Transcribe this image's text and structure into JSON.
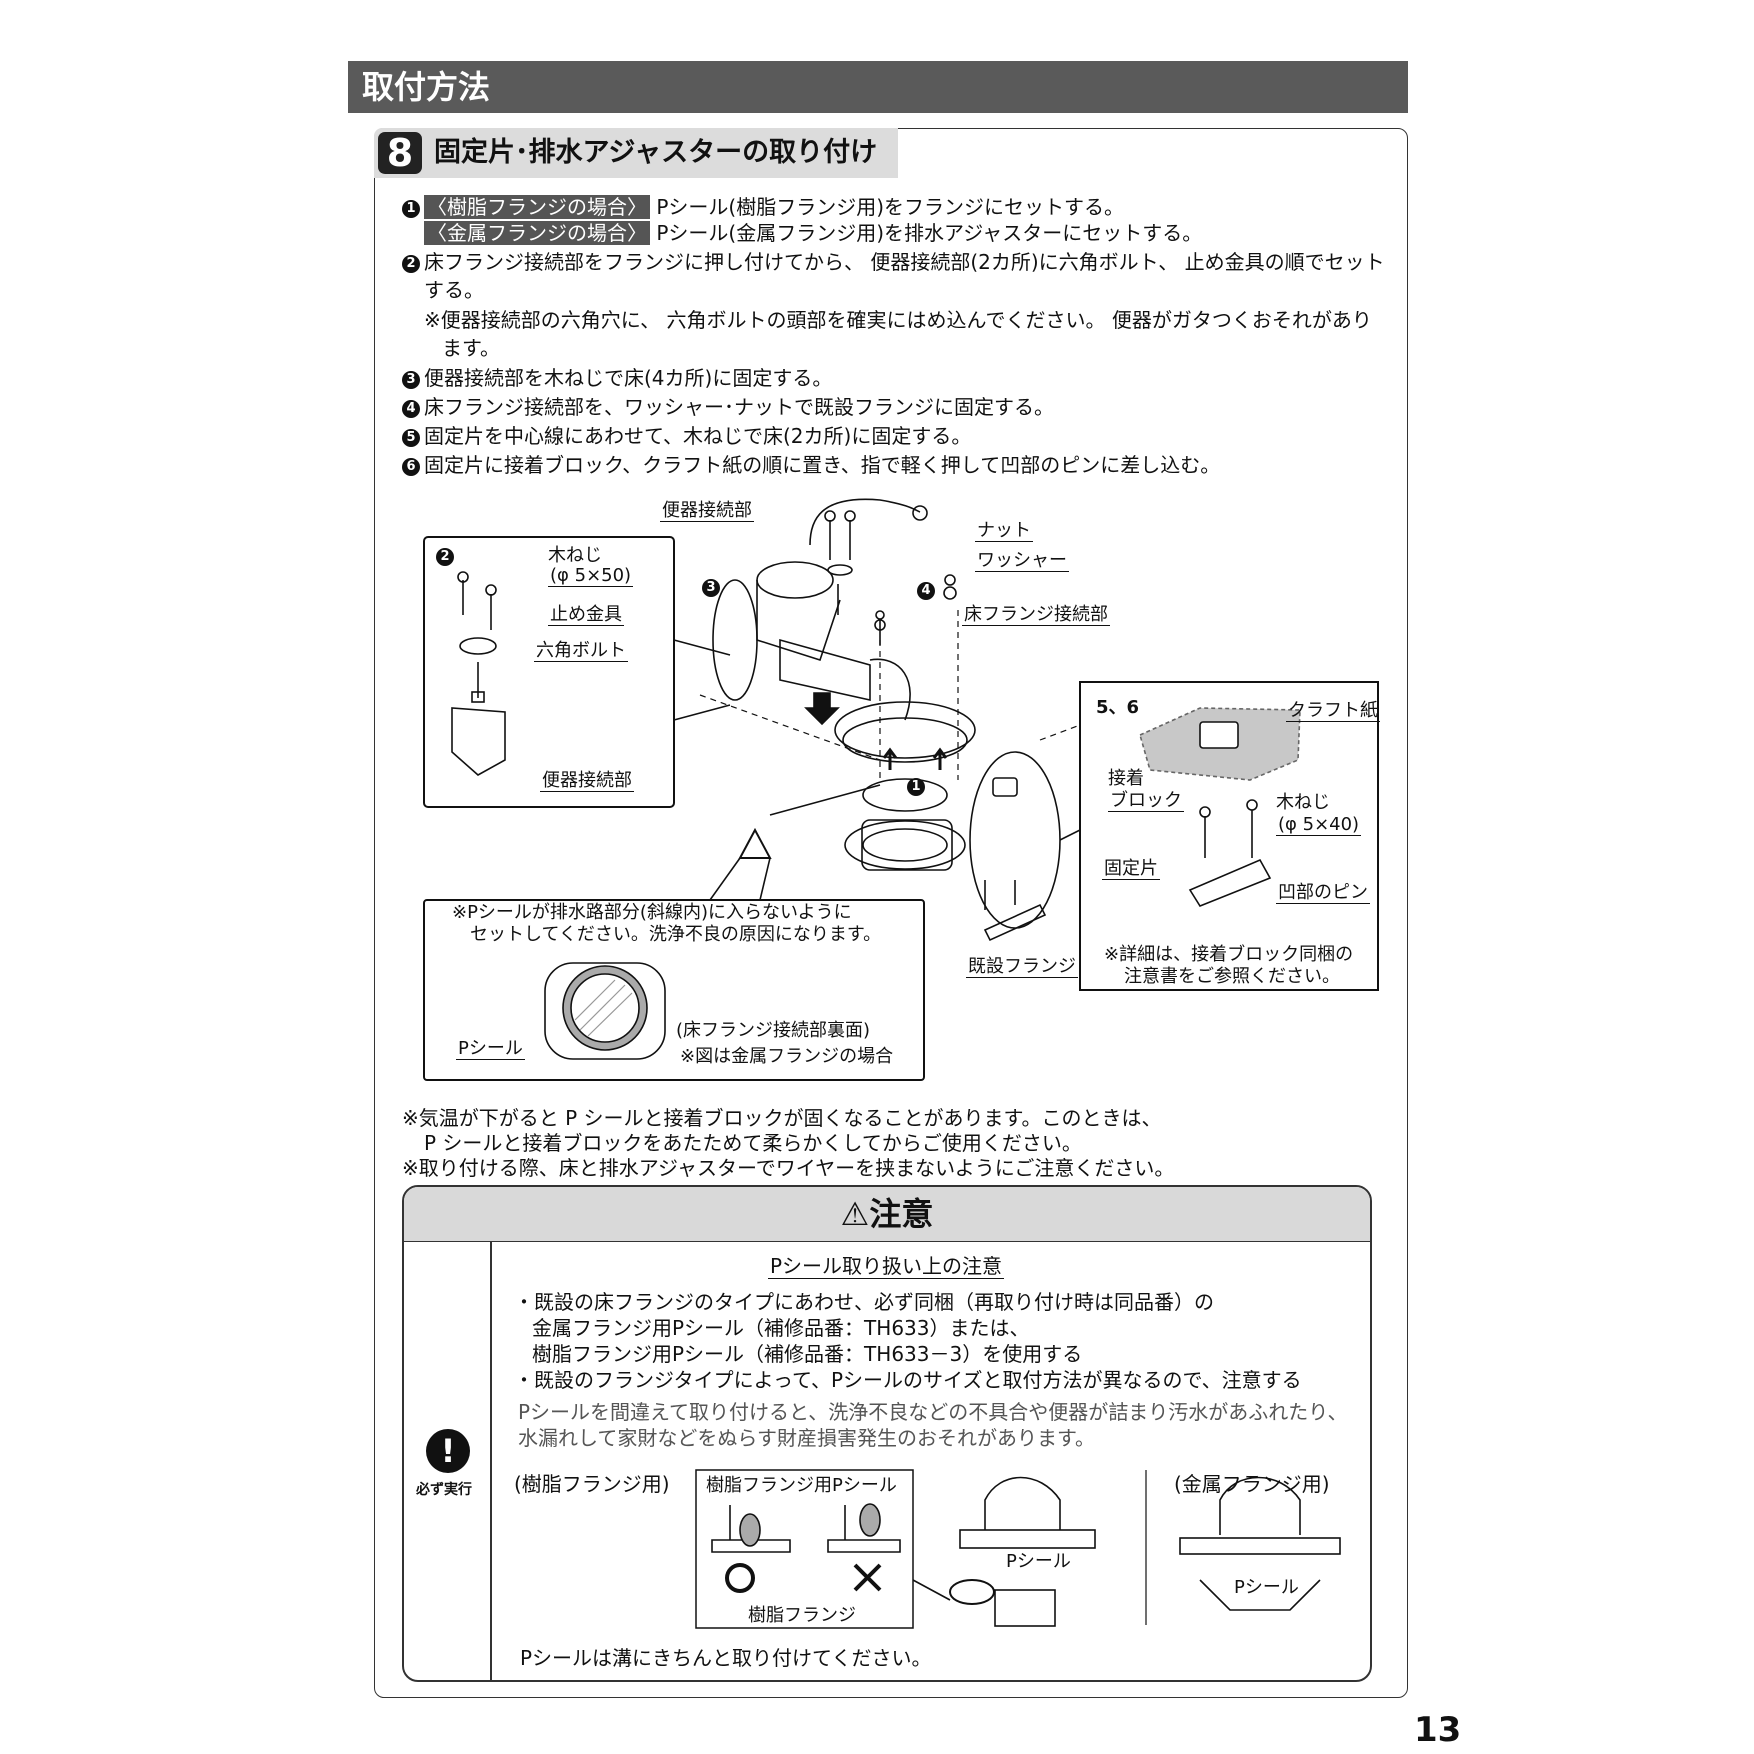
{
  "header": {
    "title": "取付方法"
  },
  "step": {
    "number": "8",
    "title": "固定片･排水アジャスターの取り付け"
  },
  "instructions": {
    "i1a_num": "1",
    "i1a_tag": "〈樹脂フランジの場合〉",
    "i1a_text": " Pシール(樹脂フランジ用)をフランジにセットする。",
    "i1b_tag": "〈金属フランジの場合〉",
    "i1b_text": " Pシール(金属フランジ用)を排水アジャスターにセットする。",
    "i2_num": "2",
    "i2_text": "床フランジ接続部をフランジに押し付けてから、 便器接続部(2カ所)に六角ボルト、 止め金具の順でセット",
    "i2_cont": "する。",
    "i2_note": "※便器接続部の六角穴に、 六角ボルトの頭部を確実にはめ込んでください。 便器がガタつくおそれがあり",
    "i2_note_cont": "ます。",
    "i3_num": "3",
    "i3_text": "便器接続部を木ねじで床(4カ所)に固定する。",
    "i4_num": "4",
    "i4_text": "床フランジ接続部を、ワッシャー･ナットで既設フランジに固定する。",
    "i5_num": "5",
    "i5_text": "固定片を中心線にあわせて、木ねじで床(2カ所)に固定する。",
    "i6_num": "6",
    "i6_text": "固定片に接着ブロック、クラフト紙の順に置き、指で軽く押して凹部のピンに差し込む。"
  },
  "diagram": {
    "top_label": "便器接続部",
    "nut": "ナット",
    "washer": "ワッシャー",
    "floor_flange_part": "床フランジ接続部",
    "existing_flange": "既設フランジ",
    "step1": "1",
    "step3": "3",
    "step4": "4",
    "left_box": {
      "step": "2",
      "screw_label1": "木ねじ",
      "screw_label2": "(φ 5×50)",
      "bracket": "止め金具",
      "bolt": "六角ボルト",
      "part": "便器接続部"
    },
    "right_box": {
      "step": "5、6",
      "kraft": "クラフト紙",
      "adhesive1": "接着",
      "adhesive2": "ブロック",
      "screw1": "木ねじ",
      "screw2": "(φ 5×40)",
      "fixing": "固定片",
      "pin": "凹部のピン",
      "note1": "※詳細は、接着ブロック同梱の",
      "note2": "注意書をご参照ください。"
    },
    "seal_box": {
      "note1": "※Pシールが排水路部分(斜線内)に入らないように",
      "note2": "セットしてください。洗浄不良の原因になります。",
      "pseal": "Pシール",
      "caption1": "(床フランジ接続部裏面)",
      "caption2": "※図は金属フランジの場合"
    }
  },
  "notes": {
    "n1": "※気温が下がると P シールと接着ブロックが固くなることがあります。このときは、",
    "n2": "P シールと接着ブロックをあたためて柔らかくしてからご使用ください。",
    "n3": "※取り付ける際、床と排水アジャスターでワイヤーを挟まないようにご注意ください。"
  },
  "caution": {
    "title": "注意",
    "must": "必ず実行",
    "subtitle": "Pシール取り扱い上の注意",
    "b1": "・既設の床フランジのタイプにあわせ、必ず同梱（再取り付け時は同品番）の",
    "b1a": "金属フランジ用Pシール（補修品番：TH633）または、",
    "b1b": "樹脂フランジ用Pシール（補修品番：TH633－3）を使用する",
    "b2": "・既設のフランジタイプによって、Pシールのサイズと取付方法が異なるので、注意する",
    "w1": "Pシールを間違えて取り付けると、洗浄不良などの不具合や便器が詰まり汚水があふれたり、",
    "w2": "水漏れして家財などをぬらす財産損害発生のおそれがあります。",
    "resin_label": "(樹脂フランジ用)",
    "resin_pseal": "樹脂フランジ用Pシール",
    "resin_flange": "樹脂フランジ",
    "pseal": "Pシール",
    "metal_label": "(金属フランジ用)",
    "metal_pseal": "Pシール",
    "footer": "Pシールは溝にきちんと取り付けてください。"
  },
  "page": {
    "number": "13"
  }
}
